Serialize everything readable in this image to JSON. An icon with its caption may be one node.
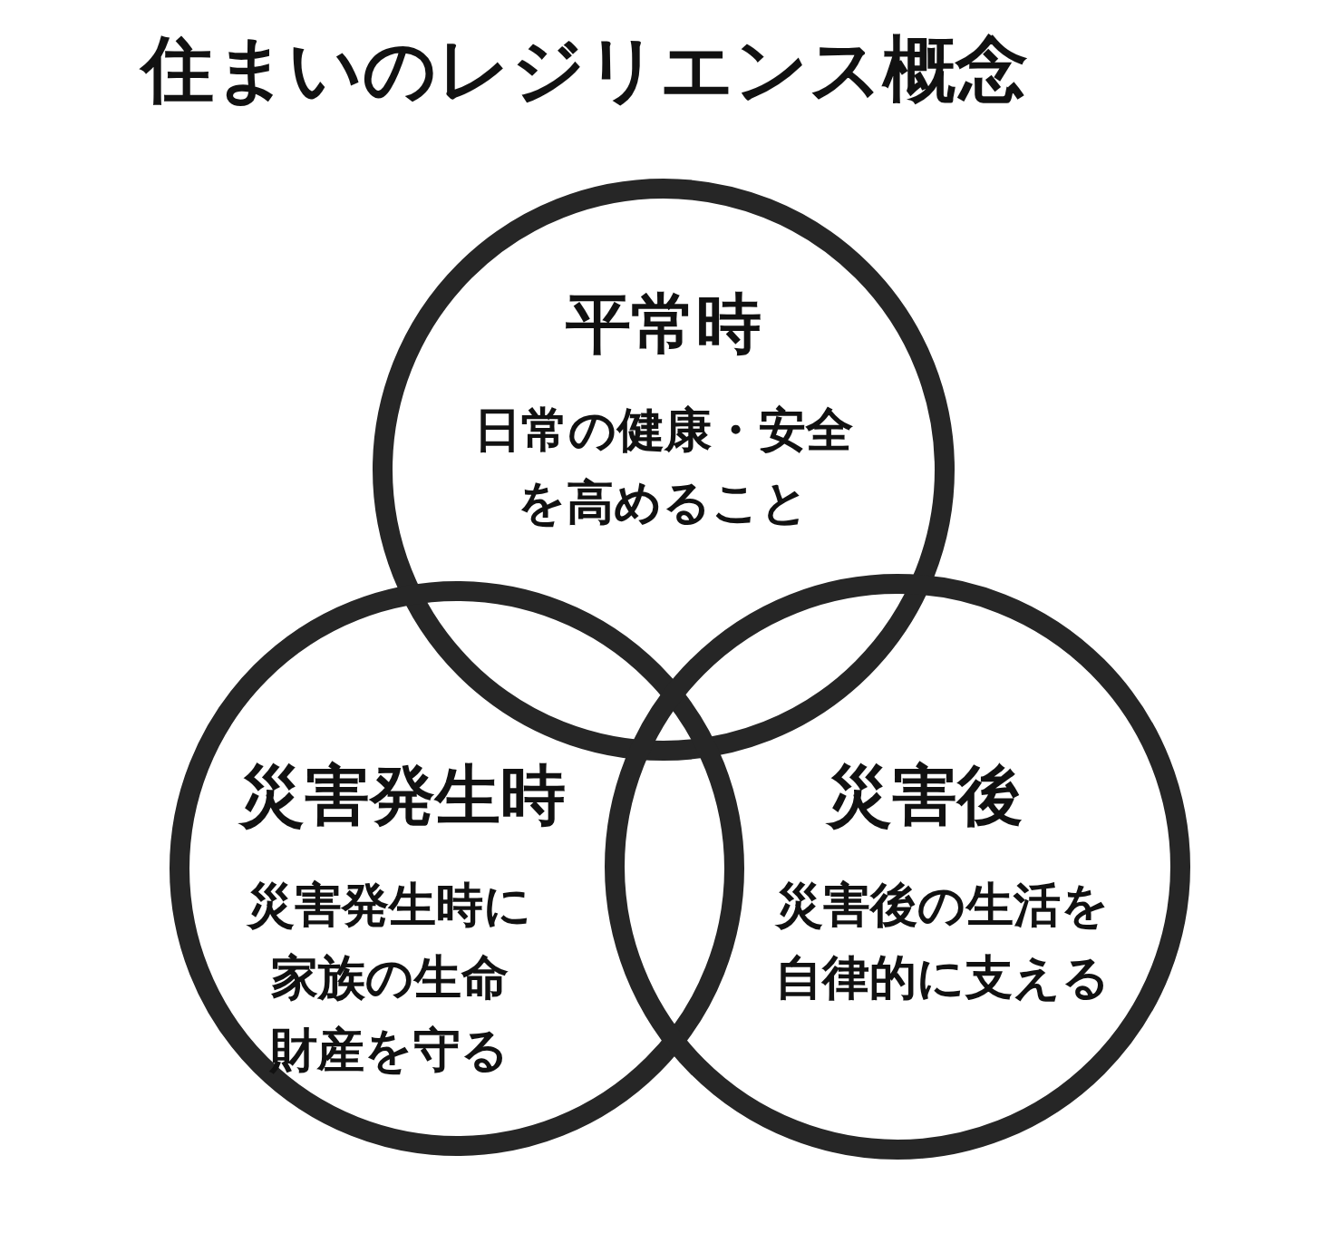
{
  "diagram": {
    "title": "住まいのレジリエンス概念",
    "nodes": [
      {
        "text": [
          "平常時",
          "日常の健康・安全を高めること"
        ]
      },
      {
        "text": [
          "災害発生時",
          "災害発生時に家族の生命財産を守る"
        ]
      },
      {
        "text": [
          "災害後",
          "災害後の生活を自律的に支える"
        ]
      }
    ]
  }
}
